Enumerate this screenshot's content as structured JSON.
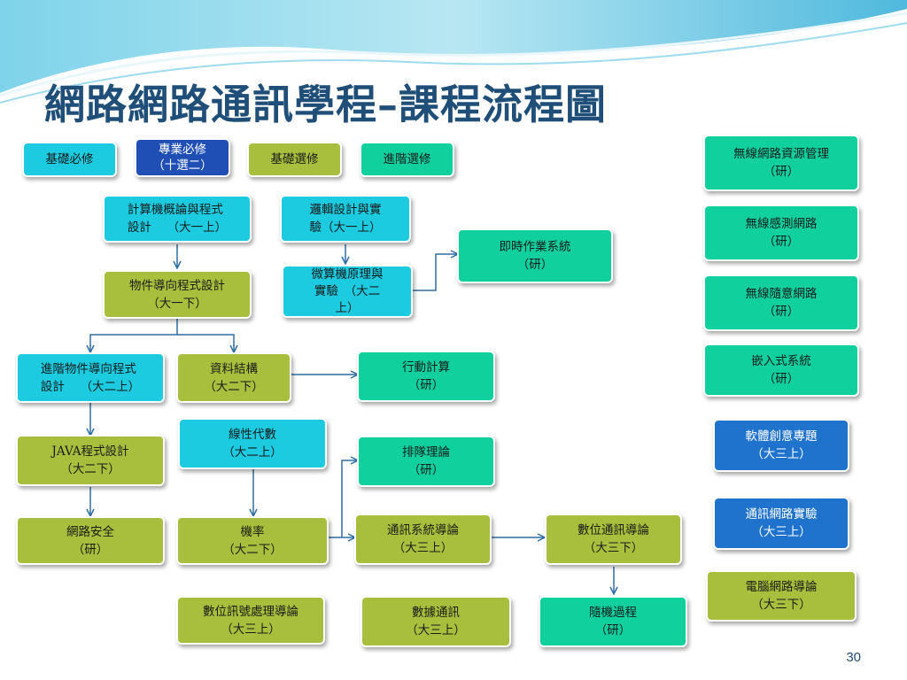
{
  "title": "網路網路通訊學程–課程流程圖",
  "legend": {
    "basic_required": "基礎必修",
    "major_required": "專業必修\n（十選二）",
    "basic_elective": "基礎選修",
    "advanced_elective": "進階選修"
  },
  "courses": {
    "intro_programming": "計算機概論與程式\n設計　  （大一上）",
    "logic_design": "邏輯設計與實\n驗（大一上）",
    "microcomputer": "微算機原理與\n實驗　（大二\n上）",
    "realtime_os": "即時作業系統\n（研）",
    "oop": "物件導向程式設計\n（大一下）",
    "advanced_oop": "進階物件導向程式\n設計　  （大二上）",
    "data_structures": "資料結構\n（大二下）",
    "mobile_computing": "行動計算\n（研）",
    "linear_algebra": "線性代數\n（大二上）",
    "java": "JAVA程式設計\n（大二下）",
    "queueing": "排隊理論\n（研）",
    "network_security": "網路安全\n（研）",
    "probability": "機率\n（大二下）",
    "comm_systems": "通訊系統導論\n（大三上）",
    "digital_comm": "數位通訊導論\n（大三下）",
    "dsp": "數位訊號處理導論\n（大三上）",
    "data_comm": "數據通訊\n（大三上）",
    "random_process": "隨機過程\n（研）",
    "wireless_resource": "無線網路資源管理\n（研）",
    "wireless_sensor": "無線感測網路\n（研）",
    "wireless_adhoc": "無線隨意網路\n（研）",
    "embedded": "嵌入式系統\n（研）",
    "software_project": "軟體創意專題\n（大三上）",
    "network_lab": "通訊網路實驗\n（大三上）",
    "computer_networks": "電腦網路導論\n（大三下）"
  },
  "colors": {
    "basic_required": "#1ccbe0",
    "major_required": "#1f4fb5",
    "basic_elective": "#a7bf3c",
    "advanced_elective": "#10d19e",
    "arrow": "#2f6ea5"
  },
  "page_number": "30"
}
